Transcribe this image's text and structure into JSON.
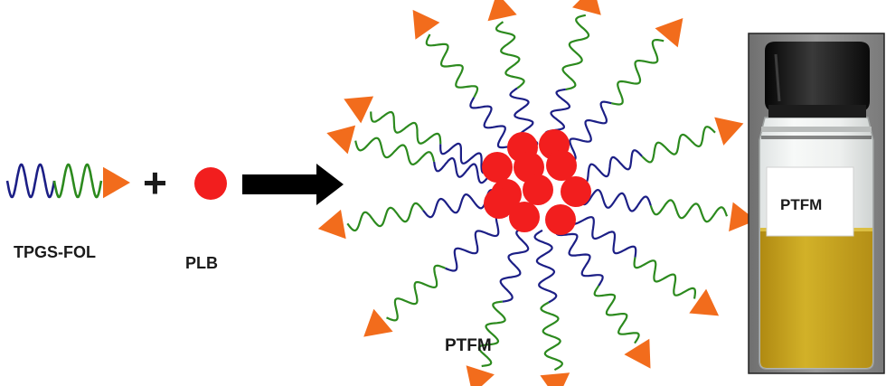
{
  "labels": {
    "tpgs_fol": "TPGS-FOL",
    "plb": "PLB",
    "plus": "+",
    "micelle": "PTFM",
    "vial": "PTFM"
  },
  "colors": {
    "hydrophobic_chain": "#1c1f86",
    "hydrophilic_chain": "#2c8a1e",
    "folate_ligand": "#f26c1c",
    "drug_particle": "#f21e1e",
    "arrow": "#000000",
    "vial_cap": "#141414",
    "vial_solution": "#c4a319",
    "photo_background": "#8a8a8a"
  },
  "icons": {
    "plus": "plus-icon",
    "arrow": "right-arrow-icon",
    "ligand": "triangle-icon",
    "drug": "circle-icon"
  }
}
